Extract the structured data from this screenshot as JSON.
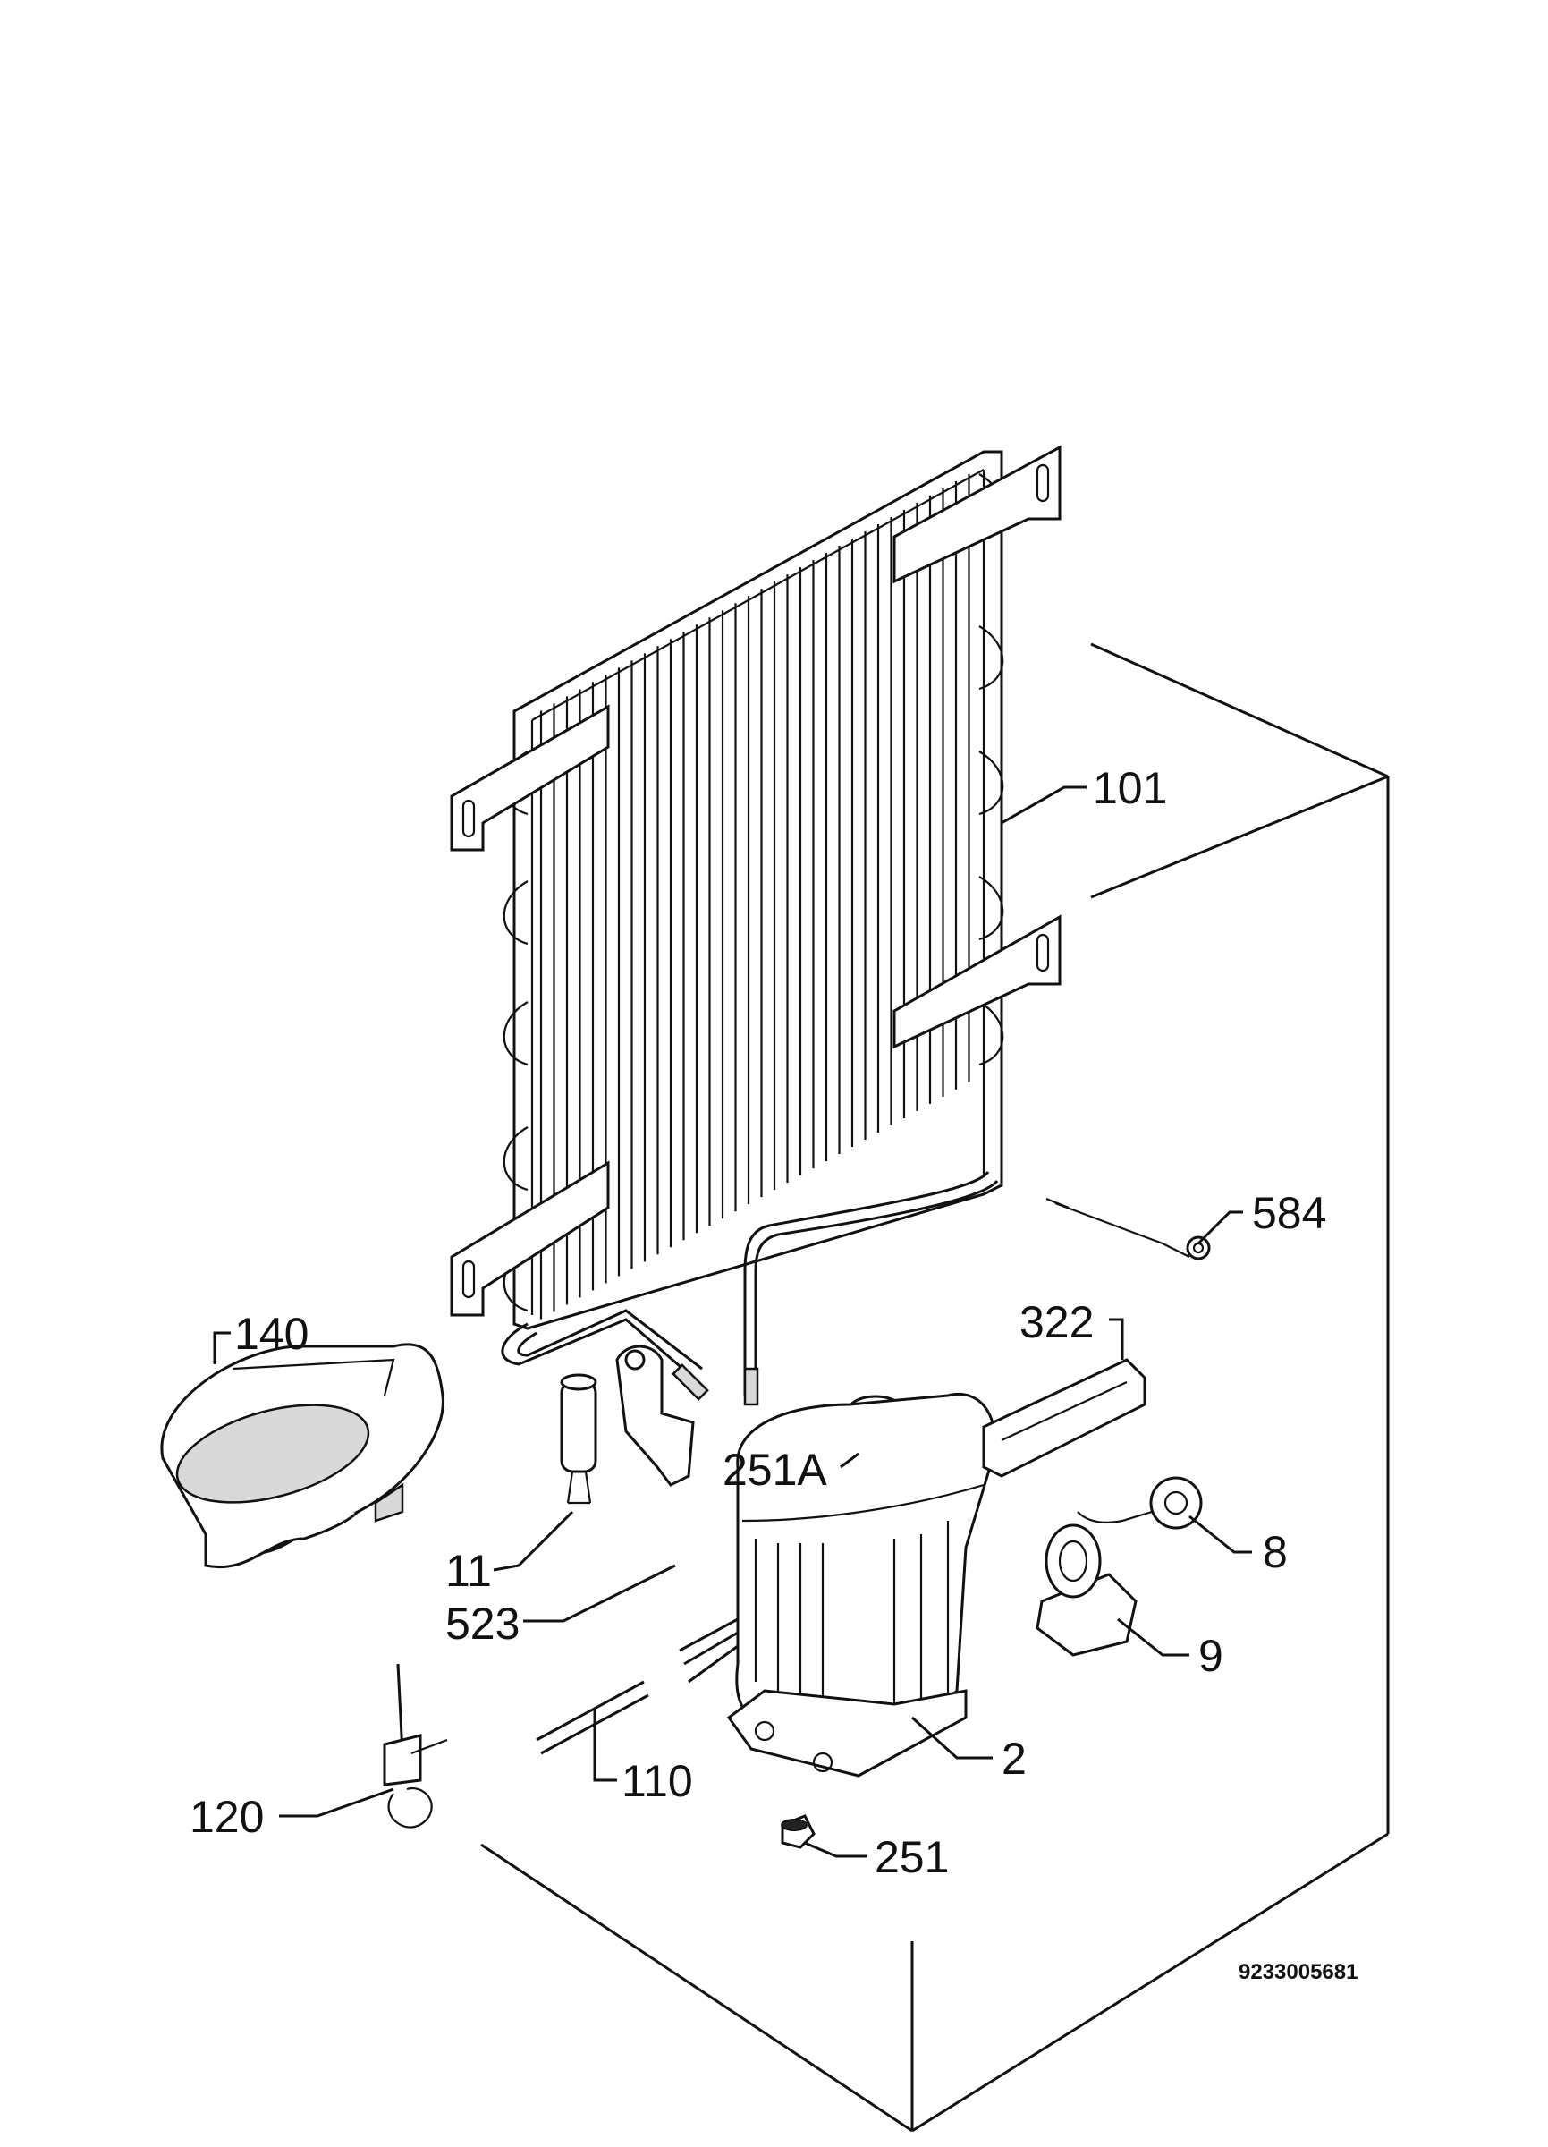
{
  "labels": {
    "p101": "101",
    "p584": "584",
    "p322": "322",
    "p140": "140",
    "p251A": "251A",
    "p11": "11",
    "p523": "523",
    "p8": "8",
    "p9": "9",
    "p2": "2",
    "p110": "110",
    "p120": "120",
    "p251": "251"
  },
  "drawing_number": "9233005681"
}
